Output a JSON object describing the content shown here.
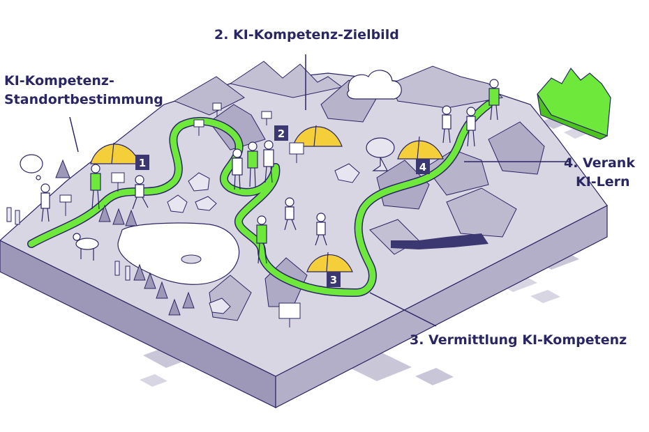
{
  "labels": {
    "step1": {
      "line1": "KI-Kompetenz-",
      "line2": "Standortbestimmung"
    },
    "step2": {
      "line1": "2. KI-Kompetenz-Zielbild"
    },
    "step3": {
      "line1": "3. Vermittlung KI-Kompetenz"
    },
    "step4": {
      "line1": "4. Verank",
      "line2": "KI-Lern"
    }
  },
  "markers": [
    "1",
    "2",
    "3",
    "4"
  ],
  "colors": {
    "ink": "#2a2563",
    "path_green": "#6ee83a",
    "tent_yellow": "#f5cf3a",
    "terrain_top": "#d9d6e4",
    "terrain_side": "#b3afc9",
    "terrain_front": "#9d98b8",
    "sign_dark": "#3b3770"
  },
  "icons": [
    "tent-icon",
    "mountain-icon",
    "cloud-icon",
    "satellite-dish-icon",
    "person-icon",
    "dog-icon",
    "tree-icon",
    "rock-icon",
    "signpost-icon",
    "pond-icon",
    "green-mountain-icon"
  ]
}
